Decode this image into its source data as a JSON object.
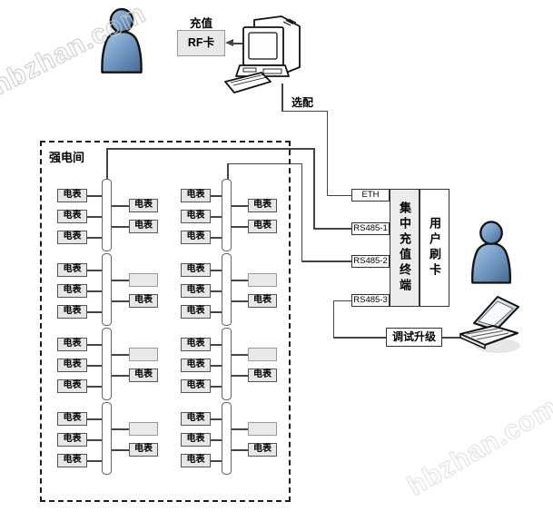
{
  "watermark": {
    "text": "hbzhan.com"
  },
  "top_section": {
    "recharge_label": "充值",
    "rf_card_label": "RF卡",
    "optional_label": "选配",
    "operator_icon": "user-icon",
    "computer_icon": "desktop-computer-icon"
  },
  "strong_room": {
    "label": "强电间",
    "buses": [
      {
        "name": "meter-bus-1",
        "segments": [
          {
            "left": [
              "电表",
              "电表",
              "电表"
            ],
            "right": [
              "电表",
              "电表"
            ]
          },
          {
            "left": [
              "电表",
              "电表",
              "电表"
            ],
            "right": [
              "",
              "电表"
            ]
          },
          {
            "left": [
              "电表",
              "电表",
              "电表"
            ],
            "right": [
              "",
              "电表"
            ]
          },
          {
            "left": [
              "电表",
              "电表",
              "电表"
            ],
            "right": [
              "",
              "电表"
            ]
          }
        ]
      },
      {
        "name": "meter-bus-2",
        "segments": [
          {
            "left": [
              "电表",
              "电表",
              "电表"
            ],
            "right": [
              "电表",
              "电表"
            ]
          },
          {
            "left": [
              "电表",
              "电表",
              "电表"
            ],
            "right": [
              "",
              "电表"
            ]
          },
          {
            "left": [
              "电表",
              "电表",
              "电表"
            ],
            "right": [
              "",
              "电表"
            ]
          },
          {
            "left": [
              "电表",
              "电表",
              "电表"
            ],
            "right": [
              "",
              "电表"
            ]
          }
        ]
      }
    ]
  },
  "terminal": {
    "ports": [
      "ETH",
      "RS485-1",
      "RS485-2",
      "RS485-3"
    ],
    "name": "集中充值终端",
    "user_card_label": "用户刷卡",
    "debug_label": "调试升级",
    "cardholder_icon": "user-icon",
    "laptop_icon": "laptop-icon"
  },
  "colors": {
    "meter_box_fill": "#e6e6e6",
    "terminal_fill": "#ececec",
    "person_blue": "#6d94bf",
    "wire": "#444444",
    "watermark_gray": "#c9c9c9"
  }
}
